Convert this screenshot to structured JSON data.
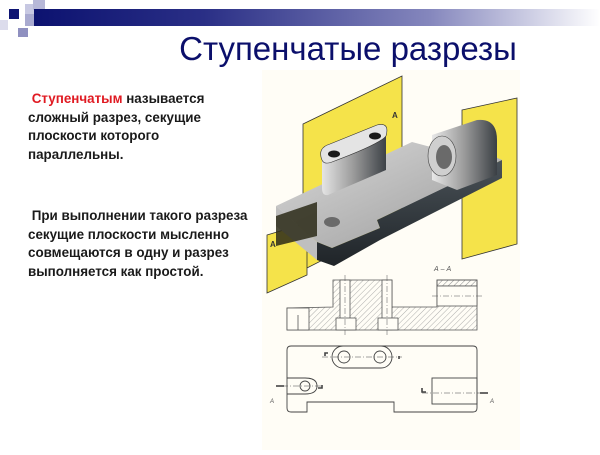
{
  "slide": {
    "title": "Ступенчатые разрезы",
    "paragraph1": {
      "highlight": "Ступенчатым",
      "text": " называется сложный разрез, секущие плоскости которого параллельны."
    },
    "paragraph2": {
      "text": "При выполнении такого разреза секущие плоскости мысленно совмещаются в одну и разрез выполняется как простой."
    },
    "figure": {
      "section_label": "А – А",
      "plane_label": "А",
      "arrow_label": "А"
    },
    "colors": {
      "title": "#0b0f6b",
      "highlight": "#e01a22",
      "plane": "#f5e34a",
      "bar": "#0c1270"
    }
  }
}
